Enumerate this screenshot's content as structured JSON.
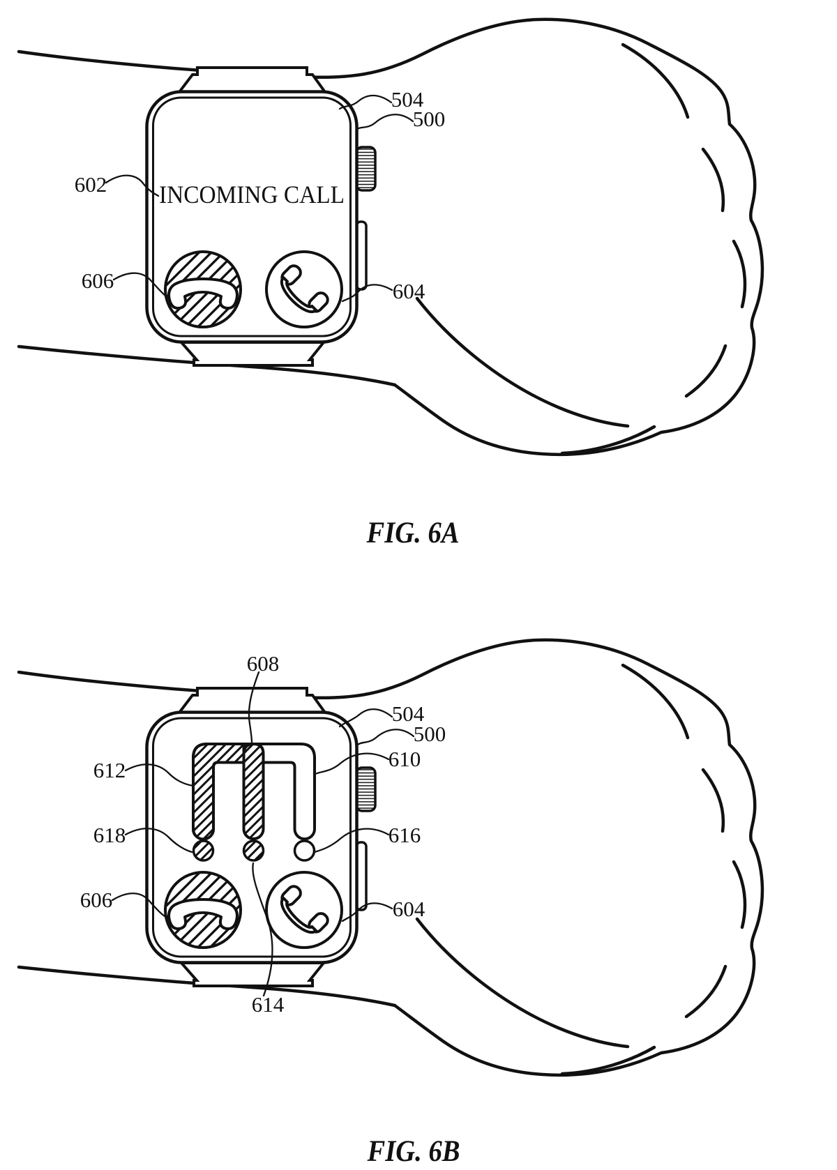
{
  "document": {
    "type": "patent-figure-sheet",
    "background_color": "#ffffff",
    "ink_color": "#111111"
  },
  "figures": [
    {
      "id": "fig-6a",
      "caption": "FIG. 6A",
      "screen": {
        "title": "INCOMING CALL"
      },
      "icons": {
        "decline": "decline-call-handset-icon",
        "answer": "answer-call-handset-icon",
        "crown": "digital-crown",
        "side_button": "side-button"
      },
      "labels": {
        "n504": "504",
        "n500": "500",
        "n602": "602",
        "n606": "606",
        "n604": "604"
      }
    },
    {
      "id": "fig-6b",
      "caption": "FIG. 6B",
      "screen": {
        "title": ""
      },
      "icons": {
        "decline": "decline-call-handset-icon",
        "answer": "answer-call-handset-icon",
        "slider": "volume-slider-comb",
        "crown": "digital-crown",
        "side_button": "side-button"
      },
      "labels": {
        "n608": "608",
        "n504": "504",
        "n500": "500",
        "n610": "610",
        "n612": "612",
        "n618": "618",
        "n616": "616",
        "n606": "606",
        "n604": "604",
        "n614": "614"
      }
    }
  ]
}
